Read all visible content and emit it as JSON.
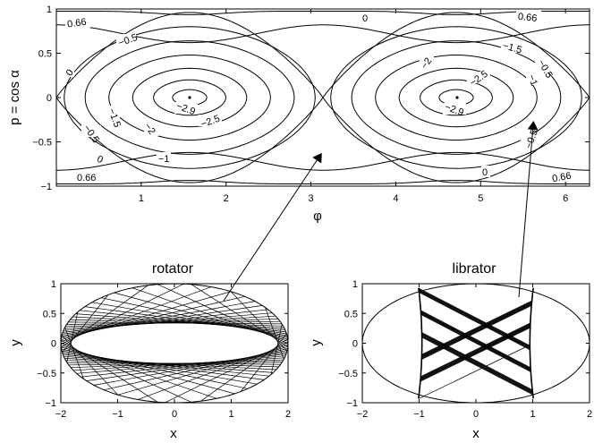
{
  "chart_data": [
    {
      "type": "contour",
      "panel": "phase-space",
      "xlabel": "φ",
      "ylabel": "p = cos α",
      "xlim": [
        0,
        6.283
      ],
      "ylim": [
        -1,
        1
      ],
      "xticks": [
        "1",
        "2",
        "3",
        "4",
        "5",
        "6"
      ],
      "yticks": [
        "1",
        "0.5",
        "0",
        "−0.5",
        "−1"
      ],
      "grid": false,
      "levels": [
        0.66,
        0,
        -0.5,
        -1,
        -1.5,
        -2,
        -2.5
      ],
      "contour_labels": [
        "0.66",
        "0",
        "−0.5",
        "−1",
        "−1.5",
        "−2",
        "−2.5",
        "−2.9"
      ],
      "fixed_points": [
        {
          "phi": 1.571,
          "p": 0,
          "value": "−2.9"
        },
        {
          "phi": 4.712,
          "p": 0,
          "value": "−2.9"
        }
      ],
      "separatrix_phi": 3.14159
    },
    {
      "type": "line",
      "panel": "rotator",
      "title": "rotator",
      "xlabel": "x",
      "ylabel": "y",
      "xlim": [
        -2,
        2
      ],
      "ylim": [
        -1,
        1
      ],
      "xticks": [
        "−2",
        "−1",
        "0",
        "1",
        "2"
      ],
      "yticks": [
        "1",
        "0.5",
        "0",
        "−0.5",
        "−1"
      ],
      "boundary": {
        "semi_x": 2,
        "semi_y": 1
      },
      "trajectory": {
        "caustic_semi_x": 1.82,
        "caustic_semi_y": 0.34
      }
    },
    {
      "type": "line",
      "panel": "librator",
      "title": "librator",
      "xlabel": "x",
      "ylabel": "y",
      "xlim": [
        -2,
        2
      ],
      "ylim": [
        -1,
        1
      ],
      "xticks": [
        "−2",
        "−1",
        "0",
        "1",
        "2"
      ],
      "yticks": [
        "1",
        "0.5",
        "0",
        "−0.5",
        "−1"
      ],
      "boundary": {
        "semi_x": 2,
        "semi_y": 1
      },
      "trajectory": {
        "caustic_x": 0.95
      }
    }
  ]
}
